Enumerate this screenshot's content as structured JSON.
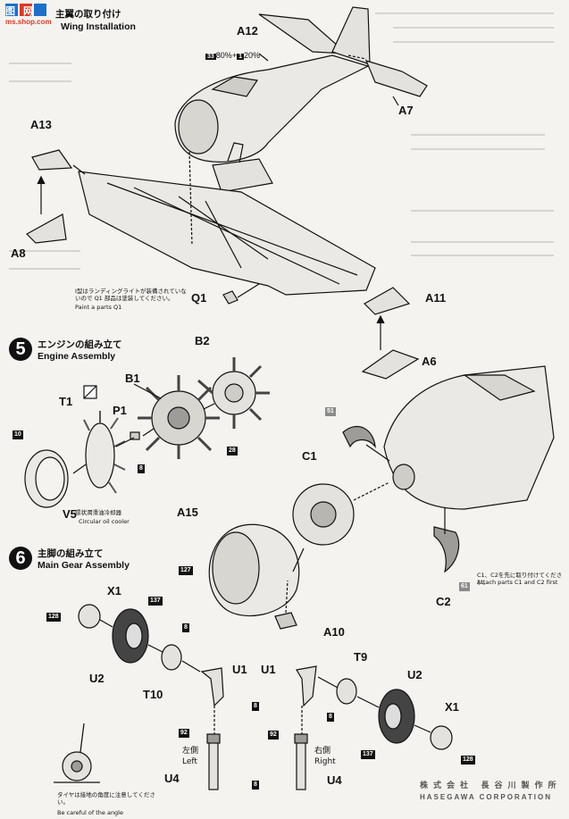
{
  "logo": {
    "title": "图 网",
    "domain": "ms.shop.com"
  },
  "step4": {
    "title_jp": "主翼の取り付け",
    "title_en": "Wing Installation"
  },
  "step5": {
    "num": "5",
    "title_jp": "エンジンの組み立て",
    "title_en": "Engine Assembly"
  },
  "step6": {
    "num": "6",
    "title_jp": "主脚の組み立て",
    "title_en": "Main Gear Assembly"
  },
  "paint_mix": {
    "color_a": "33",
    "percent_a": "80%",
    "plus": "+",
    "color_b": "1",
    "percent_b": "20%"
  },
  "notes": {
    "q1_jp": "Ⅰ型はランディングライトが装備されていないので Q1 部品は塗装してください。",
    "q1_en": "Paint a parts Q1",
    "c1c2_jp": "C1、C2を先に取り付けてください。",
    "c1c2_en": "Attach parts C1 and C2 first",
    "angle_jp": "タイヤは接地の角度に注意してください。",
    "angle_en": "Be careful of the angle",
    "v5_jp": "環状潤滑油冷却器",
    "v5_en": "Circular oil cooler",
    "left_jp": "左側",
    "left_en": "Left",
    "right_jp": "右側",
    "right_en": "Right"
  },
  "parts": {
    "a12": "A12",
    "a7": "A7",
    "a13": "A13",
    "a8": "A8",
    "q1": "Q1",
    "a11": "A11",
    "a6": "A6",
    "b2": "B2",
    "b1": "B1",
    "t1": "T1",
    "p1": "P1",
    "v5": "V5",
    "c1": "C1",
    "c2": "C2",
    "a15": "A15",
    "a10": "A10",
    "x1_l": "X1",
    "u2_l": "U2",
    "t10": "T10",
    "u1_l": "U1",
    "u1_r": "U1",
    "t9": "T9",
    "u2_r": "U2",
    "x1_r": "X1",
    "u4_l": "U4",
    "u4_r": "U4"
  },
  "color_codes": {
    "c10": "10",
    "c8_cool": "8",
    "c28": "28",
    "c51": "51",
    "c61": "61",
    "c127": "127",
    "c128_l": "128",
    "c137_l": "137",
    "c8_wl": "8",
    "c8_u1l": "8",
    "c8_t9": "8",
    "c137_r": "137",
    "c128_r": "128",
    "c92_l": "92",
    "c92_r": "92",
    "c8_u4": "8"
  },
  "footer": {
    "brand_jp": "株式会社 長谷川製作所",
    "brand_en": "HASEGAWA CORPORATION"
  }
}
